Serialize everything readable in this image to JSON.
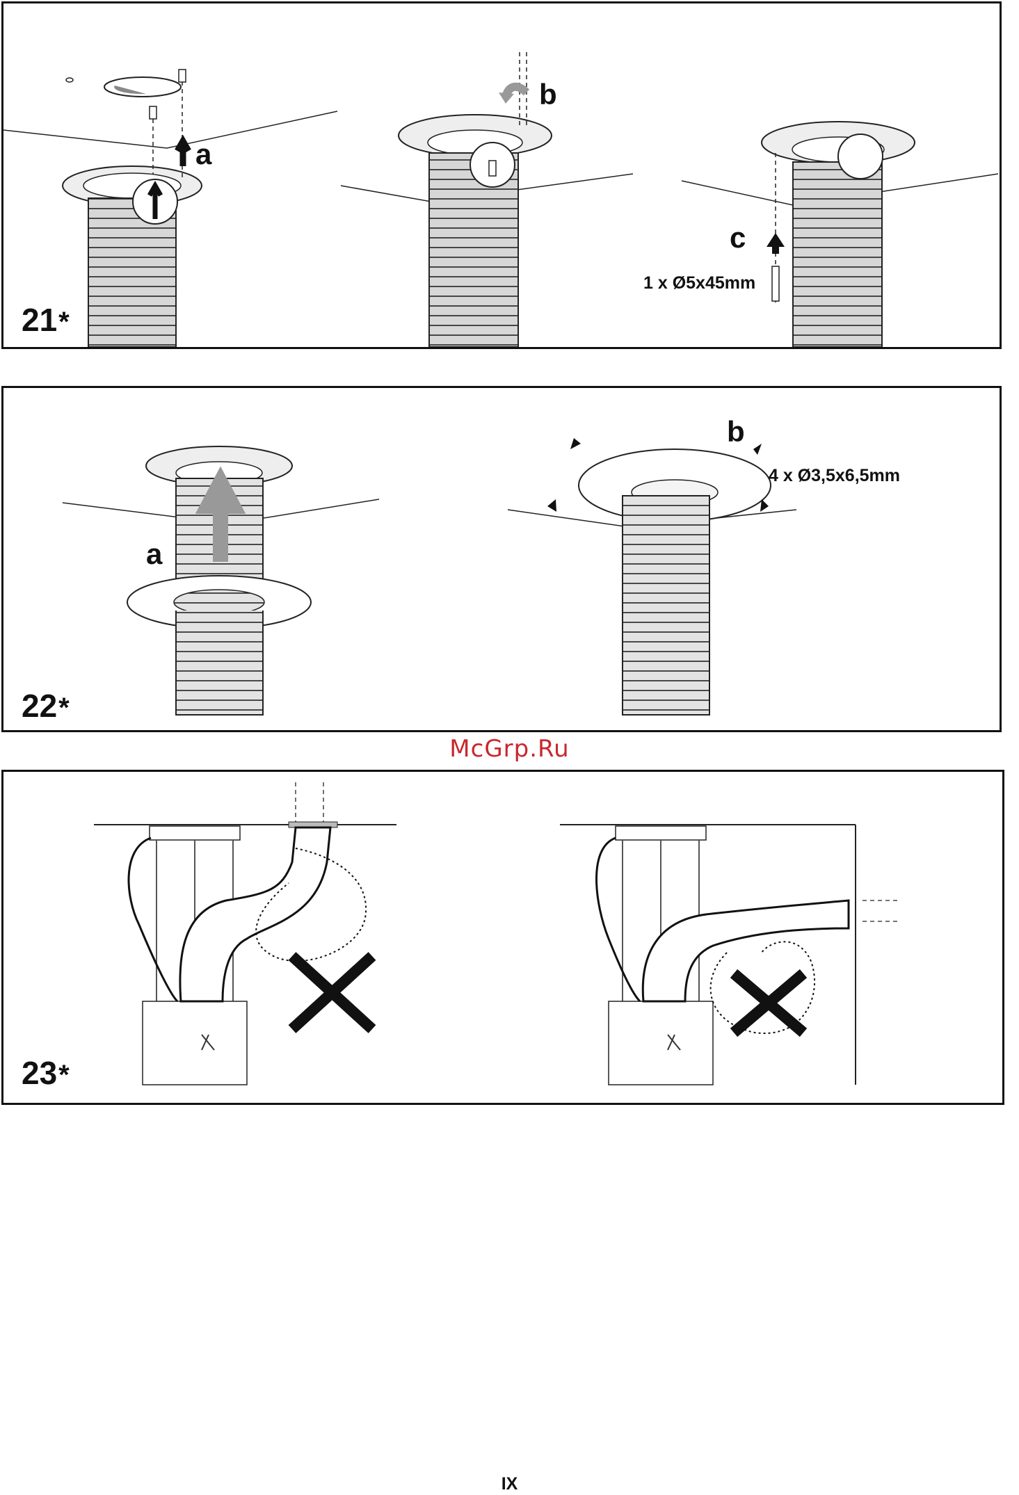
{
  "watermark": "McGrp.Ru",
  "page_number": "IX",
  "figures": [
    {
      "number": "21",
      "marker": "*",
      "step_labels": {
        "a": "a",
        "b": "b",
        "c": "c"
      },
      "screw_spec": "1 x Ø5x45mm"
    },
    {
      "number": "22",
      "marker": "*",
      "step_labels": {
        "a": "a",
        "b": "b"
      },
      "screw_spec": "4 x Ø3,5x6,5mm"
    },
    {
      "number": "23",
      "marker": "*"
    }
  ]
}
